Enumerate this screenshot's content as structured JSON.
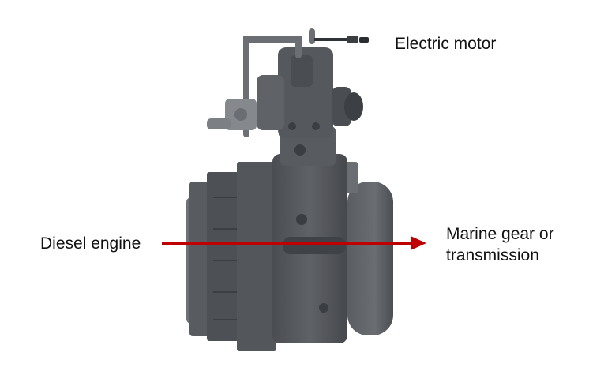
{
  "labels": {
    "electric_motor": "Electric motor",
    "diesel_engine": "Diesel engine",
    "marine_gear_line1": "Marine gear or",
    "marine_gear_line2": "transmission"
  },
  "colors": {
    "arrow": "#c00000",
    "housing_dark": "#4a4d52",
    "housing_mid": "#5d6065",
    "housing_light": "#73767b",
    "background": "#ffffff"
  },
  "icons": {
    "figure": "hybrid-marine-drivetrain-render",
    "arrow": "power-flow-arrow-right"
  }
}
